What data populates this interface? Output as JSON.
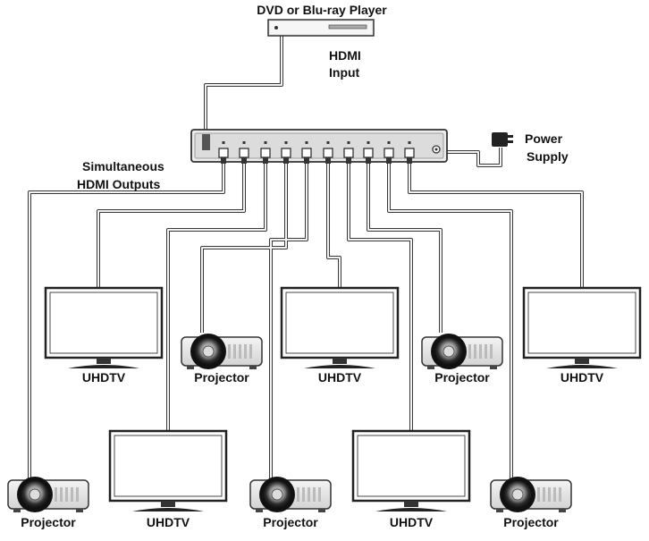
{
  "source": {
    "label": "DVD or Blu-ray Player"
  },
  "input_label": {
    "line1": "HDMI",
    "line2": "Input"
  },
  "outputs_label": {
    "line1": "Simultaneous",
    "line2": "HDMI Outputs"
  },
  "power_label": {
    "line1": "Power",
    "line2": "Supply"
  },
  "devices": {
    "tv_1": "UHDTV",
    "tv_2": "UHDTV",
    "tv_3": "UHDTV",
    "tv_4": "UHDTV",
    "tv_5": "UHDTV",
    "projector_1": "Projector",
    "projector_2": "Projector",
    "projector_3": "Projector",
    "projector_4": "Projector",
    "projector_5": "Projector"
  }
}
